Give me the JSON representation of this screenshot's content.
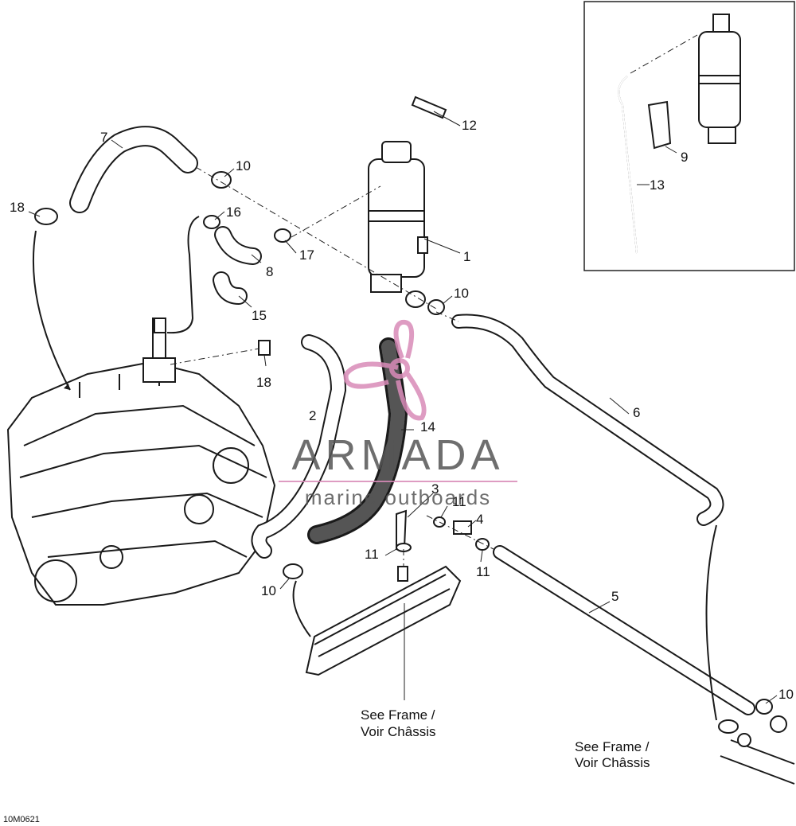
{
  "diagram": {
    "part_labels": [
      {
        "id": "lbl-1",
        "text": "1"
      },
      {
        "id": "lbl-2",
        "text": "2"
      },
      {
        "id": "lbl-3",
        "text": "3"
      },
      {
        "id": "lbl-4",
        "text": "4"
      },
      {
        "id": "lbl-5",
        "text": "5"
      },
      {
        "id": "lbl-6",
        "text": "6"
      },
      {
        "id": "lbl-7",
        "text": "7"
      },
      {
        "id": "lbl-8",
        "text": "8"
      },
      {
        "id": "lbl-9",
        "text": "9"
      },
      {
        "id": "lbl-10a",
        "text": "10"
      },
      {
        "id": "lbl-10b",
        "text": "10"
      },
      {
        "id": "lbl-10c",
        "text": "10"
      },
      {
        "id": "lbl-10d",
        "text": "10"
      },
      {
        "id": "lbl-11a",
        "text": "11"
      },
      {
        "id": "lbl-11b",
        "text": "11"
      },
      {
        "id": "lbl-11c",
        "text": "11"
      },
      {
        "id": "lbl-12",
        "text": "12"
      },
      {
        "id": "lbl-13",
        "text": "13"
      },
      {
        "id": "lbl-14",
        "text": "14"
      },
      {
        "id": "lbl-15",
        "text": "15"
      },
      {
        "id": "lbl-16",
        "text": "16"
      },
      {
        "id": "lbl-17",
        "text": "17"
      },
      {
        "id": "lbl-18a",
        "text": "18"
      },
      {
        "id": "lbl-18b",
        "text": "18"
      }
    ],
    "notes": {
      "see_frame_center_line1": "See Frame /",
      "see_frame_center_line2": "Voir Châssis",
      "see_frame_right_line1": "See Frame /",
      "see_frame_right_line2": "Voir Châssis"
    },
    "figure_code": "10M0621"
  },
  "watermark": {
    "brand": "ARMADA",
    "tagline": "marine outboards",
    "brand_color": "#555555",
    "accent_color": "#d98bb8"
  }
}
